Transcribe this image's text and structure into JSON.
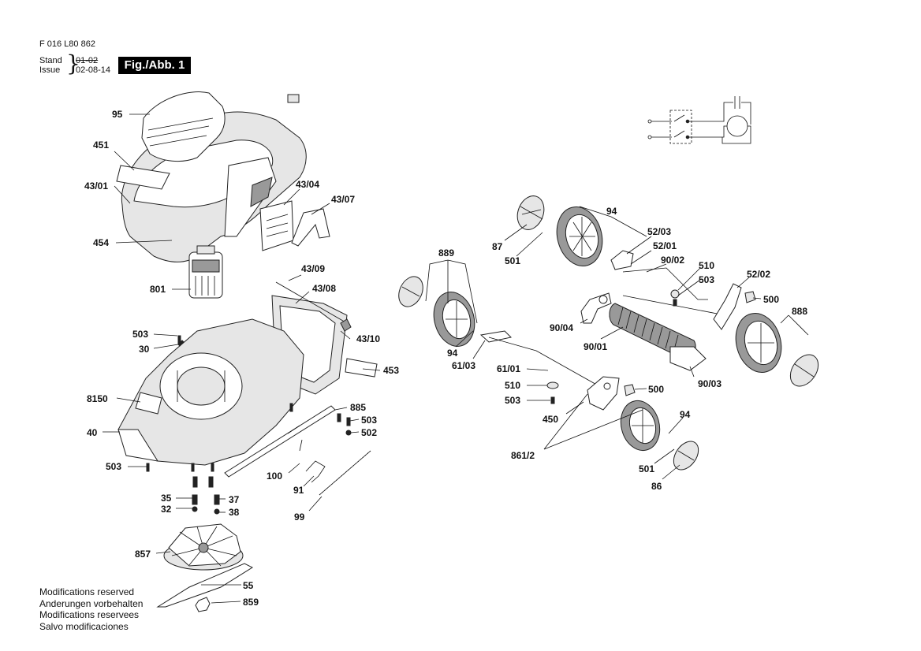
{
  "header": {
    "doc_number": "F 016 L80 862",
    "stand_label": "Stand",
    "issue_label": "Issue",
    "old_date": "01-02",
    "new_date": "02-08-14",
    "figure_label": "Fig./Abb. 1"
  },
  "footnotes": [
    "Modifications reserved",
    "Anderungen vorbehalten",
    "Modifications reservees",
    "Salvo modificaciones"
  ],
  "callouts": {
    "c95": "95",
    "c451": "451",
    "c43_01": "43/01",
    "c43_04": "43/04",
    "c43_07": "43/07",
    "c454": "454",
    "c801": "801",
    "c43_09": "43/09",
    "c43_08": "43/08",
    "c503a": "503",
    "c30": "30",
    "c43_10": "43/10",
    "c453": "453",
    "c8150": "8150",
    "c885": "885",
    "c503b": "503",
    "c502": "502",
    "c40": "40",
    "c503c": "503",
    "c100": "100",
    "c91": "91",
    "c35": "35",
    "c32": "32",
    "c37": "37",
    "c38": "38",
    "c99": "99",
    "c857": "857",
    "c55": "55",
    "c859": "859",
    "c94a": "94",
    "c87": "87",
    "c501a": "501",
    "c52_03": "52/03",
    "c52_01": "52/01",
    "c90_02": "90/02",
    "c510a": "510",
    "c503d": "503",
    "c52_02": "52/02",
    "c500a": "500",
    "c889": "889",
    "c888": "888",
    "c90_04": "90/04",
    "c90_01": "90/01",
    "c94b": "94",
    "c61_03": "61/03",
    "c61_01": "61/01",
    "c90_03": "90/03",
    "c510b": "510",
    "c503e": "503",
    "c500b": "500",
    "c450": "450",
    "c94c": "94",
    "c861_2": "861/2",
    "c501b": "501",
    "c86": "86"
  }
}
